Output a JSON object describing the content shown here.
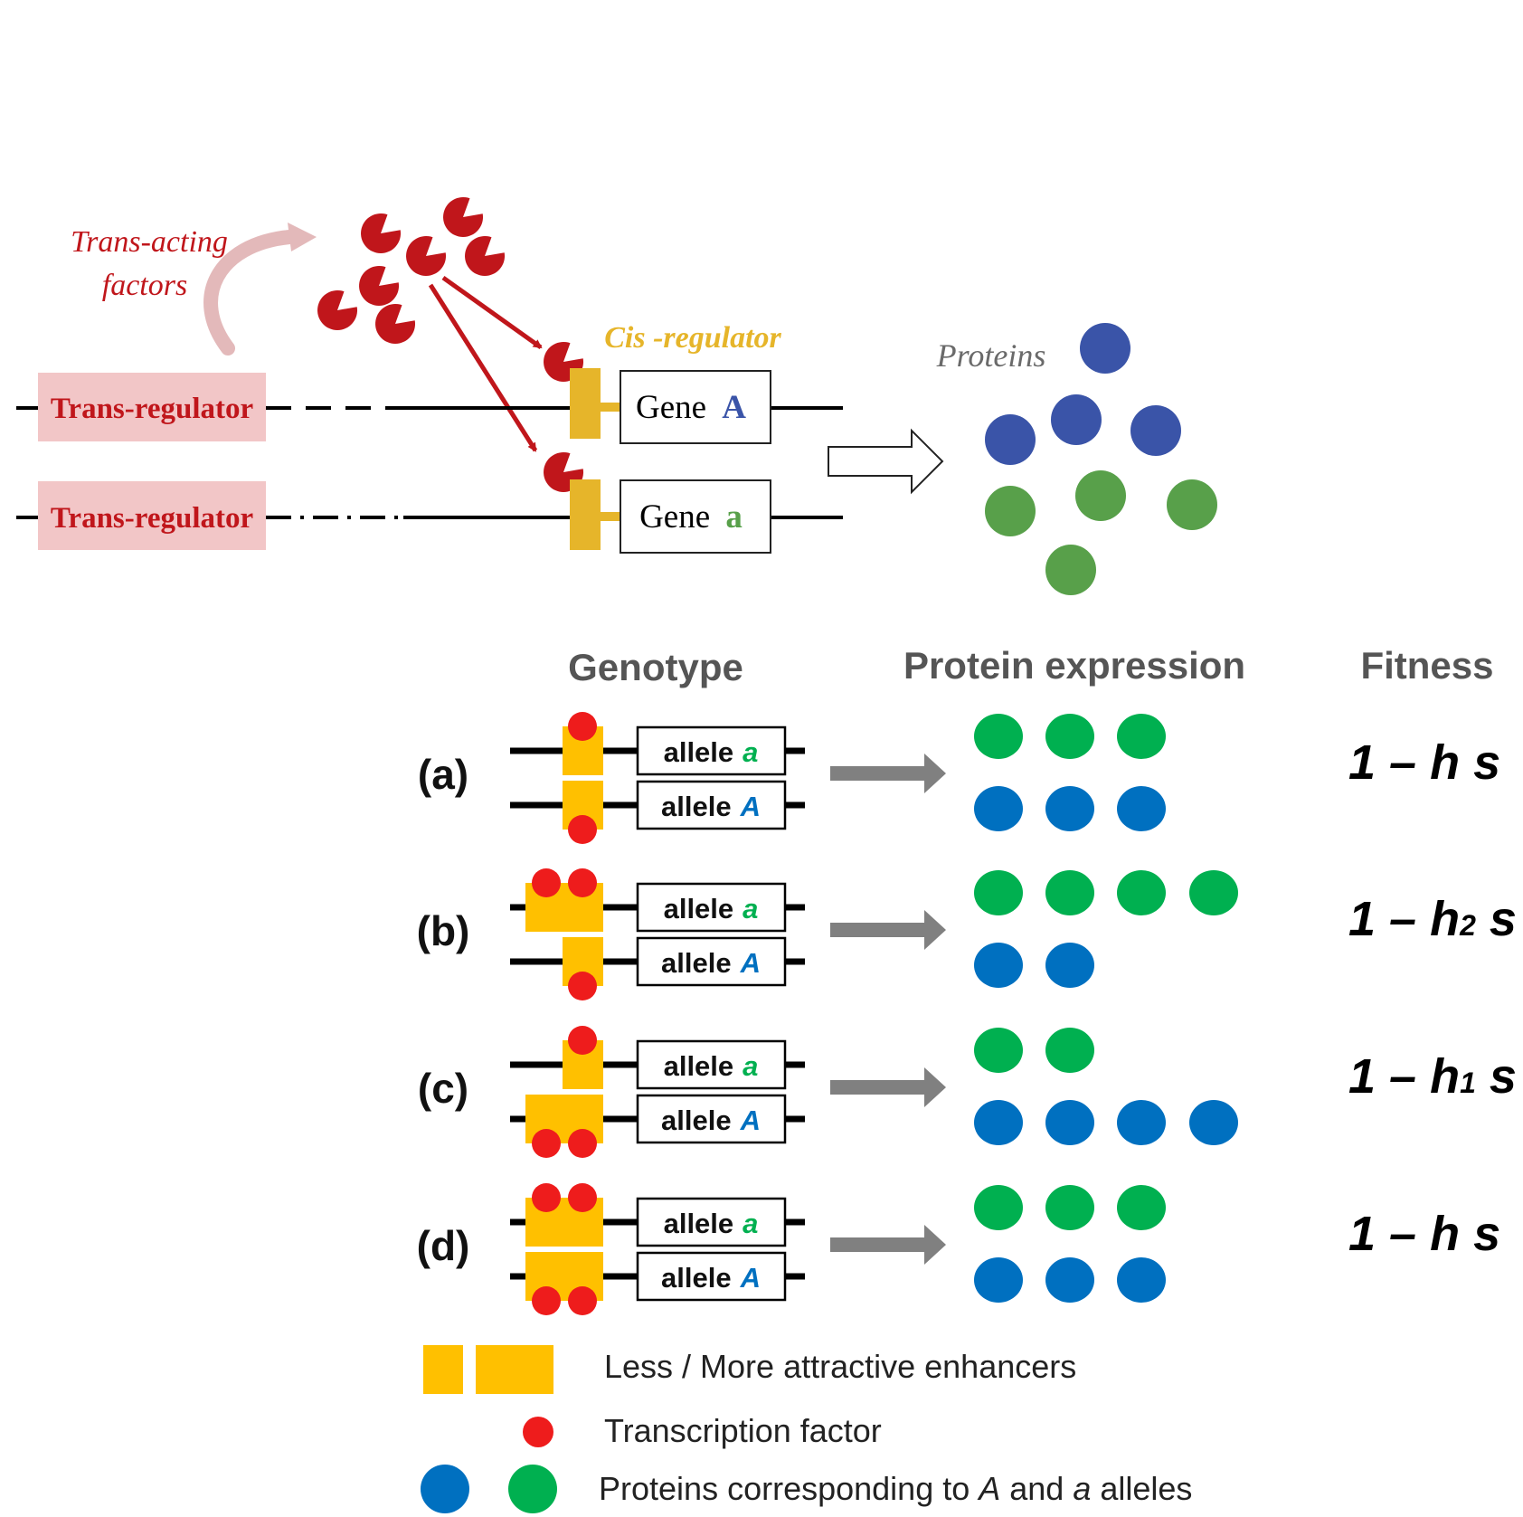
{
  "top": {
    "trans_acting_line1": "Trans-acting",
    "trans_acting_line2": "factors",
    "trans_regulator_1": "Trans-regulator",
    "trans_regulator_2": "Trans-regulator",
    "cis_regulator": "Cis -regulator",
    "gene_A_word": "Gene",
    "gene_A_letter": "A",
    "gene_a_word": "Gene",
    "gene_a_letter": "a",
    "proteins": "Proteins"
  },
  "headers": {
    "genotype": "Genotype",
    "protein_expression": "Protein expression",
    "fitness": "Fitness"
  },
  "rows": [
    {
      "label": "(a)",
      "allele_top_word": "allele",
      "allele_top_letter": "a",
      "allele_bottom_word": "allele",
      "allele_bottom_letter": "A",
      "fit_prefix": "1 – h",
      "fit_sub": "",
      "fit_suffix": " s",
      "green_count": 3,
      "blue_count": 3,
      "top_enhancer": "less",
      "bottom_enhancer": "less"
    },
    {
      "label": "(b)",
      "allele_top_word": "allele",
      "allele_top_letter": "a",
      "allele_bottom_word": "allele",
      "allele_bottom_letter": "A",
      "fit_prefix": "1 – h",
      "fit_sub": "2",
      "fit_suffix": " s",
      "green_count": 4,
      "blue_count": 2,
      "top_enhancer": "more",
      "bottom_enhancer": "less"
    },
    {
      "label": "(c)",
      "allele_top_word": "allele",
      "allele_top_letter": "a",
      "allele_bottom_word": "allele",
      "allele_bottom_letter": "A",
      "fit_prefix": "1 – h",
      "fit_sub": "1",
      "fit_suffix": " s",
      "green_count": 2,
      "blue_count": 4,
      "top_enhancer": "less",
      "bottom_enhancer": "more"
    },
    {
      "label": "(d)",
      "allele_top_word": "allele",
      "allele_top_letter": "a",
      "allele_bottom_word": "allele",
      "allele_bottom_letter": "A",
      "fit_prefix": "1 – h",
      "fit_sub": "",
      "fit_suffix": " s",
      "green_count": 3,
      "blue_count": 3,
      "top_enhancer": "more",
      "bottom_enhancer": "more"
    }
  ],
  "legend": {
    "enhancers": "Less / More attractive enhancers",
    "tf": "Transcription factor",
    "proteins_prefix": "Proteins corresponding to ",
    "proteins_A": "A",
    "proteins_mid": " and ",
    "proteins_a": "a",
    "proteins_suffix": " alleles"
  },
  "colors": {
    "dark_red": "#c0161b",
    "red_dot": "#ee1c1c",
    "gold": "#ffc000",
    "gold_top": "#e6b52a",
    "green": "#00b050",
    "blue": "#0070c0",
    "top_blue": "#3a54a8",
    "top_green": "#58a04a",
    "pink_box": "#f2c6c7",
    "gray_arrow": "#808080",
    "header_gray": "#555555"
  }
}
